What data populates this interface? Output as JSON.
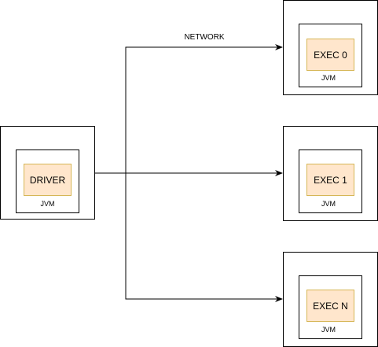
{
  "diagram": {
    "network_label": "NETWORK",
    "driver": {
      "name": "DRIVER",
      "jvm_label": "JVM"
    },
    "executors": [
      {
        "name": "EXEC 0",
        "jvm_label": "JVM"
      },
      {
        "name": "EXEC 1",
        "jvm_label": "JVM"
      },
      {
        "name": "EXEC N",
        "jvm_label": "JVM"
      }
    ],
    "colors": {
      "stroke": "#000000",
      "process_fill": "#ffe6cc",
      "process_stroke": "#d6b656"
    }
  }
}
